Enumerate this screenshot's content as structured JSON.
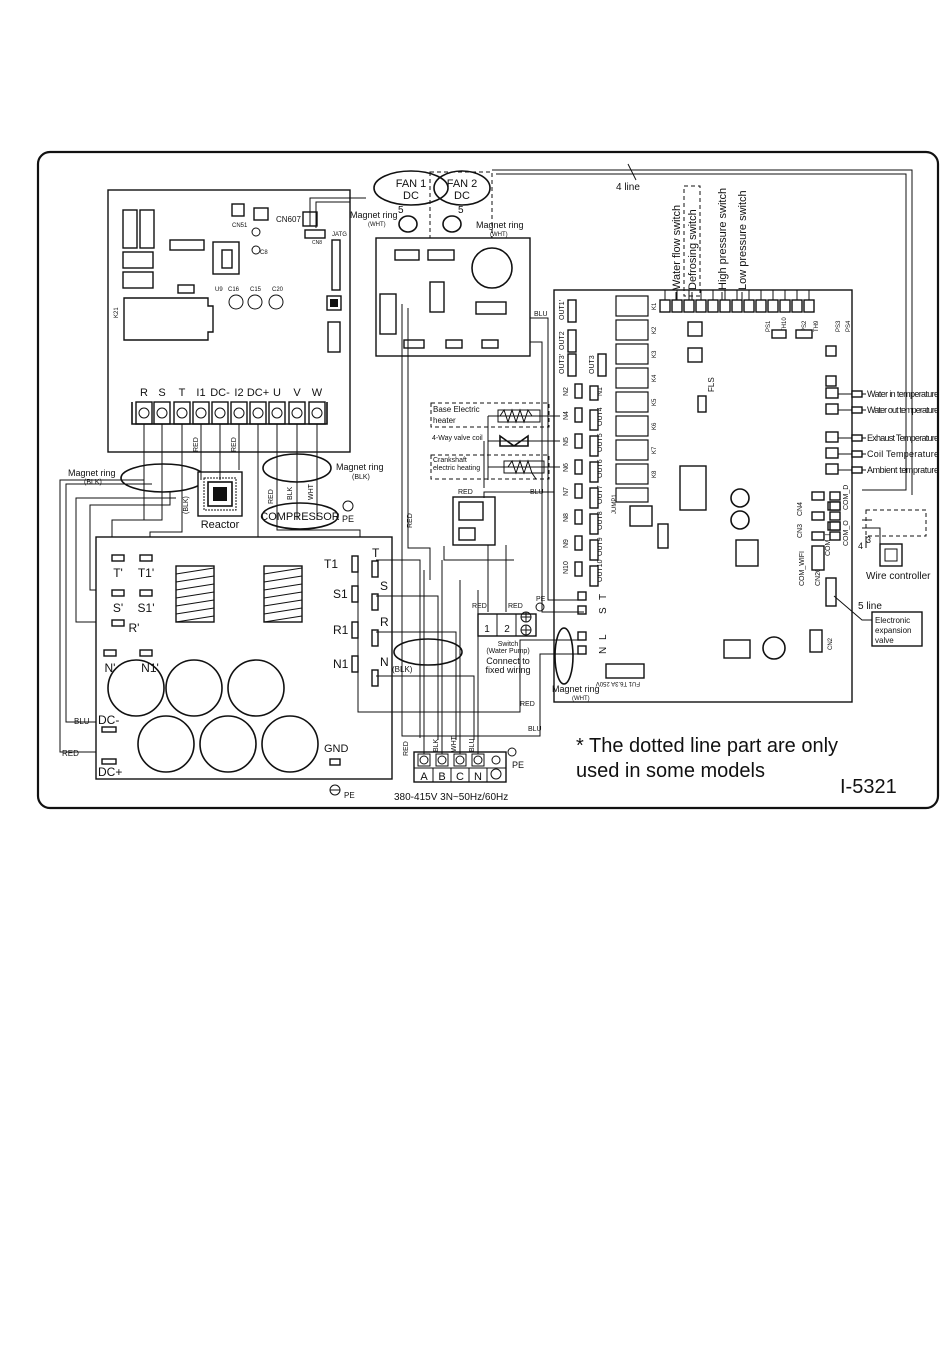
{
  "fan1": {
    "line1": "FAN 1",
    "line2": "DC",
    "num": "5"
  },
  "fan2": {
    "line1": "FAN 2",
    "line2": "DC",
    "num": "5"
  },
  "top_line_label": "4 line",
  "magnet_ring_wht": "Magnet ring",
  "wht_small": "(WHT)",
  "magnet_ring_blk_left": "Magnet ring",
  "magnet_ring_blk_right": "Magnet ring",
  "blk_small": "(BLK)",
  "switches": [
    "Water flow switch",
    "Defrosing switch",
    "High pressure switch",
    "Low pressure switch"
  ],
  "driver_terminals": [
    "R",
    "S",
    "T",
    "I1",
    "DC-",
    "I2",
    "DC+",
    "U",
    "V",
    "W"
  ],
  "driver_labels": {
    "cn607": "CN607",
    "cn51": "CN51",
    "c8": "C8",
    "u9": "U9",
    "c16": "C16",
    "c15": "C15",
    "c20": "C20",
    "cn8": "CN8",
    "jatg": "JATG"
  },
  "wire_colors": {
    "red": "RED",
    "blu": "BLU",
    "blk": "BLK",
    "wht": "WHT"
  },
  "reactor": "Reactor",
  "compressor": "COMPRESSOR",
  "pe": "PE",
  "filter_terminals": {
    "t_prime": "T'",
    "t1_prime": "T1'",
    "s_prime": "S'",
    "s1_prime": "S1'",
    "r_prime": "R'",
    "n_prime": "N'",
    "n1_prime": "N1'",
    "dc_minus": "DC-",
    "dc_plus": "DC+",
    "gnd": "GND",
    "t1": "T1",
    "s1": "S1",
    "r1": "R1",
    "n1": "N1",
    "t": "T",
    "s": "S",
    "r": "R",
    "n": "N"
  },
  "mainboard": {
    "outs": [
      "OUT1'",
      "OUT2",
      "OUT3'",
      "OUT3"
    ],
    "n_left": [
      "N2",
      "N4",
      "N5",
      "N6",
      "N7",
      "N8",
      "N9",
      "N10"
    ],
    "outs_right": [
      "OUT4",
      "OUT5",
      "OUT6",
      "OUT7",
      "OUT8",
      "OUT9",
      "OUT10"
    ],
    "n_right": [
      "N1"
    ],
    "k_labels": [
      "K1",
      "K2",
      "K3",
      "K4",
      "K5",
      "K6",
      "K7",
      "K8"
    ],
    "fls": "FLS",
    "jump1": "JUMP1",
    "lnst": [
      "T",
      "S",
      "L",
      "N"
    ],
    "fuse": "FU1 T6.3A 250V",
    "cn_labels": [
      "CN4",
      "CN3",
      "CN26",
      "CN2"
    ],
    "com_labels": [
      "COM_D",
      "COM_O",
      "COM_I",
      "COM_WIFI"
    ],
    "ps_labels": [
      "PS1",
      "TH10",
      "PS2",
      "TH9",
      "PS3",
      "PS4"
    ]
  },
  "components": {
    "base_heater": [
      "Base Electric",
      "heater"
    ],
    "four_way": "4-Way valve coil",
    "crankshaft": [
      "Crankshaft",
      "electric heating"
    ]
  },
  "temps": [
    "Water in temperature",
    "Water out temperature",
    "Exhaust Temperature",
    "Coil Temperature",
    "Ambient temprature"
  ],
  "wire_controller": "Wire controller",
  "wc_nums": {
    "a": "3",
    "b": "4"
  },
  "five_line": "5 line",
  "eev": [
    "Electronic",
    "expansion",
    "valve"
  ],
  "switch_water_pump": [
    "Switch",
    "(Water Pump)",
    "Connect  to",
    "fixed  wiring"
  ],
  "pump_terms": [
    "1",
    "2"
  ],
  "power_terminals": [
    "A",
    "B",
    "C",
    "N"
  ],
  "power_supply": "380-415V 3N~50Hz/60Hz",
  "note": [
    "* The dotted line part are only",
    "used in some models"
  ],
  "code": "I-5321"
}
